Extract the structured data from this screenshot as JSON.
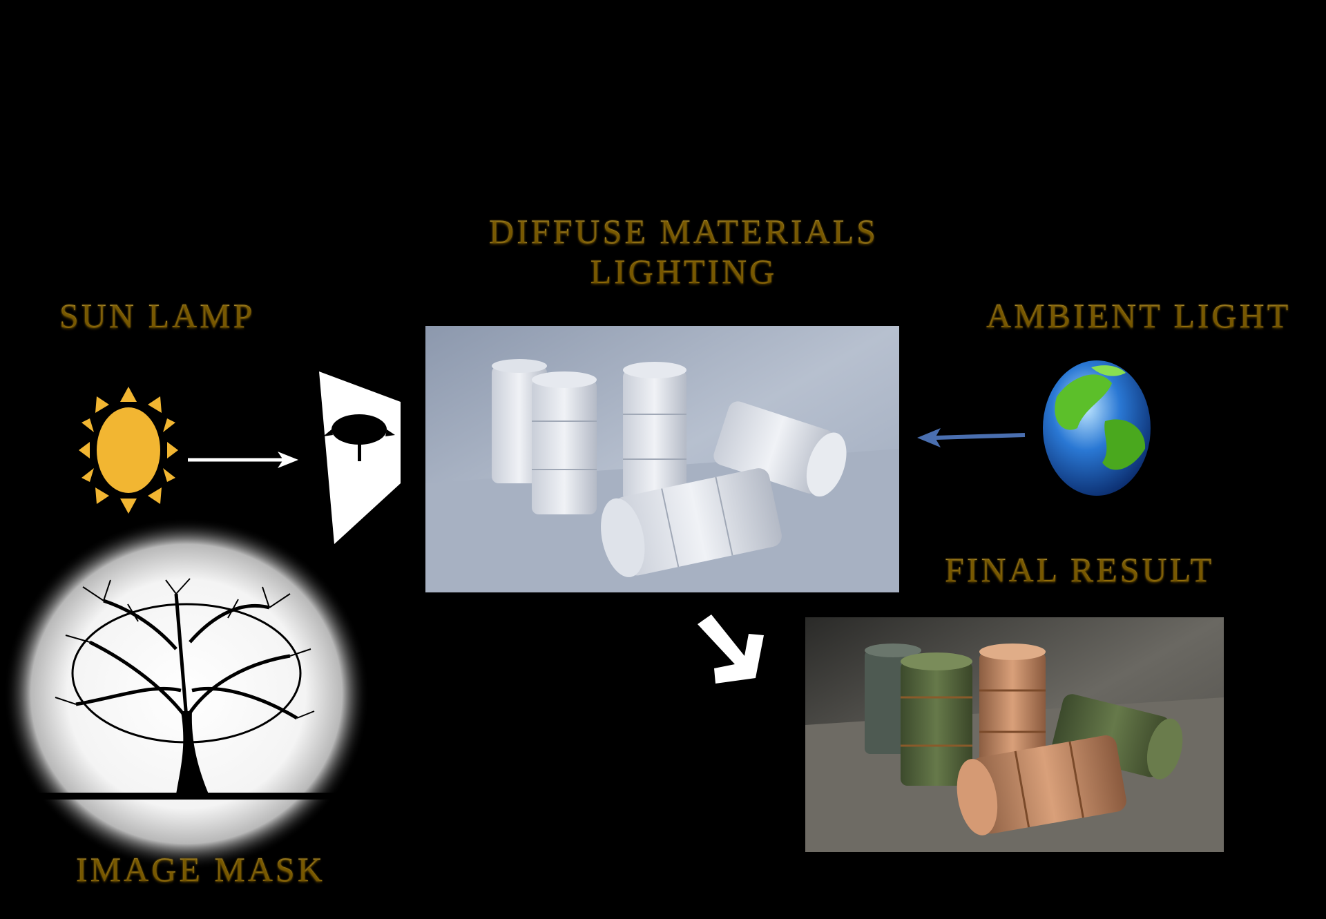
{
  "labels": {
    "sun_lamp": "SUN LAMP",
    "diffuse_line1": "DIFFUSE MATERIALS",
    "diffuse_line2": "LIGHTING",
    "ambient_light": "AMBIENT LIGHT",
    "final_result": "FINAL RESULT",
    "image_mask": "IMAGE MASK"
  },
  "colors": {
    "label_gold": "#e8b628",
    "sun": "#f2b632",
    "background": "#000000",
    "arrow_white": "#ffffff",
    "arrow_blue": "#4a6fb0"
  },
  "icons": [
    "sun-icon",
    "tree-mask-plane",
    "earth-globe-icon",
    "tree-silhouette"
  ]
}
